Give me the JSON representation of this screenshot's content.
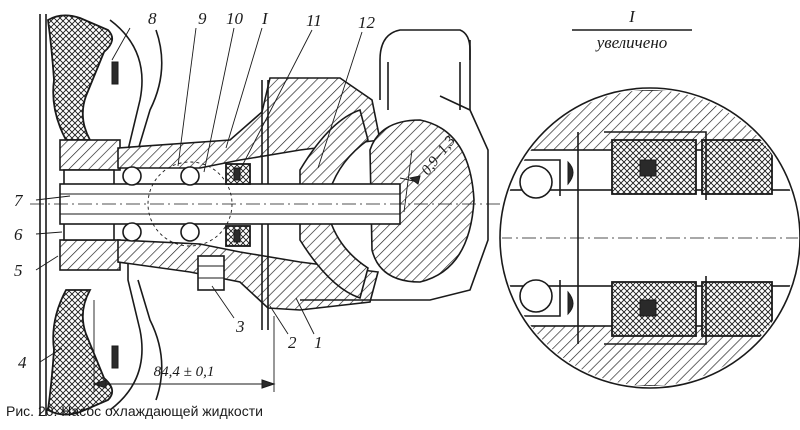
{
  "callouts": {
    "n1": "1",
    "n2": "2",
    "n3": "3",
    "n4": "4",
    "n5": "5",
    "n6": "6",
    "n7": "7",
    "n8": "8",
    "n9": "9",
    "n10": "10",
    "n11": "11",
    "n12": "12",
    "detail_marker": "I"
  },
  "dimensions": {
    "length": "84,4 ± 0,1",
    "clearance": "0,9–1,3"
  },
  "detail_view": {
    "marker": "I",
    "label": "увеличено"
  },
  "caption": "Рис. 20. Насос охлаждающей жидкости"
}
